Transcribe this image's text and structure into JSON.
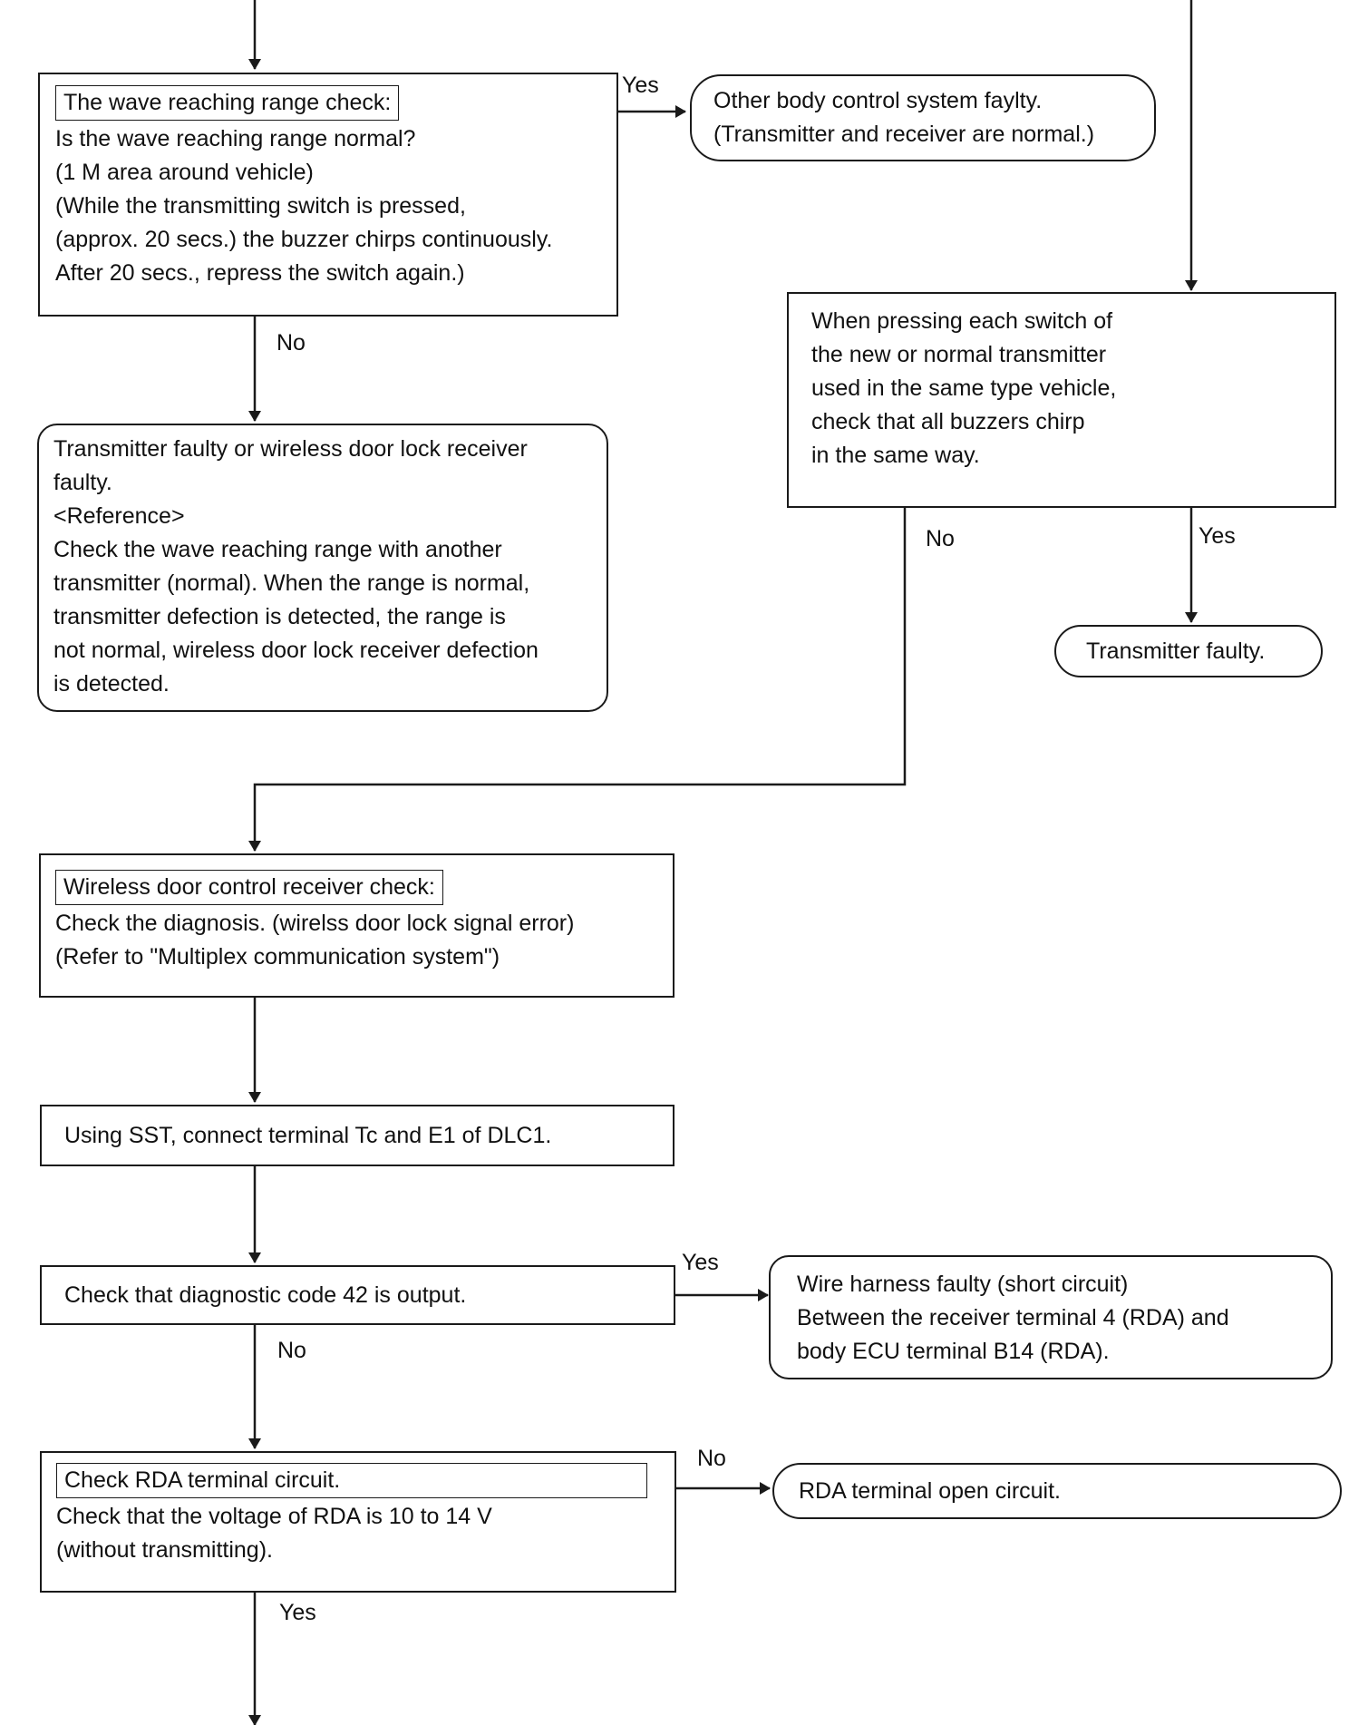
{
  "nodes": {
    "wave_check": {
      "title": "The wave reaching range check:",
      "lines": [
        "Is the wave reaching range normal?",
        "(1 M area around vehicle)",
        "(While the transmitting switch is pressed,",
        "(approx. 20 secs.) the buzzer chirps continuously.",
        "After 20 secs., repress the switch again.)"
      ]
    },
    "other_body": {
      "lines": [
        "Other body control system faylty.",
        "(Transmitter and receiver are normal.)"
      ]
    },
    "press_switch": {
      "lines": [
        "When pressing each switch of",
        "the new or normal transmitter",
        "used in the same type vehicle,",
        "check that all buzzers chirp",
        "in the same way."
      ]
    },
    "tx_or_rx_faulty": {
      "lines": [
        "Transmitter faulty or wireless door lock receiver",
        "faulty.",
        "<Reference>",
        "Check the wave reaching range with another",
        "transmitter (normal). When the range is normal,",
        "transmitter defection is detected, the range is",
        "not normal, wireless door lock receiver defection",
        "is detected."
      ]
    },
    "tx_faulty": {
      "lines": [
        "Transmitter faulty."
      ]
    },
    "receiver_check": {
      "title": "Wireless door control receiver check:",
      "lines": [
        "Check the diagnosis. (wirelss door lock signal error)",
        "(Refer to \"Multiplex communication system\")"
      ]
    },
    "sst": {
      "lines": [
        "Using SST, connect terminal Tc and E1 of DLC1."
      ]
    },
    "code42": {
      "lines": [
        "Check that diagnostic code 42 is output."
      ]
    },
    "harness": {
      "lines": [
        "Wire harness faulty (short circuit)",
        "Between the receiver terminal 4 (RDA) and",
        "body ECU terminal B14 (RDA)."
      ]
    },
    "rda_check": {
      "title": "Check RDA terminal circuit.",
      "lines": [
        "Check that the voltage of RDA is 10 to 14 V",
        "(without transmitting)."
      ]
    },
    "rda_open": {
      "lines": [
        "RDA terminal open circuit."
      ]
    }
  },
  "labels": {
    "yes_wave": "Yes",
    "no_wave": "No",
    "no_press": "No",
    "yes_press": "Yes",
    "yes_code42": "Yes",
    "no_code42": "No",
    "no_rda": "No",
    "yes_rda": "Yes"
  }
}
